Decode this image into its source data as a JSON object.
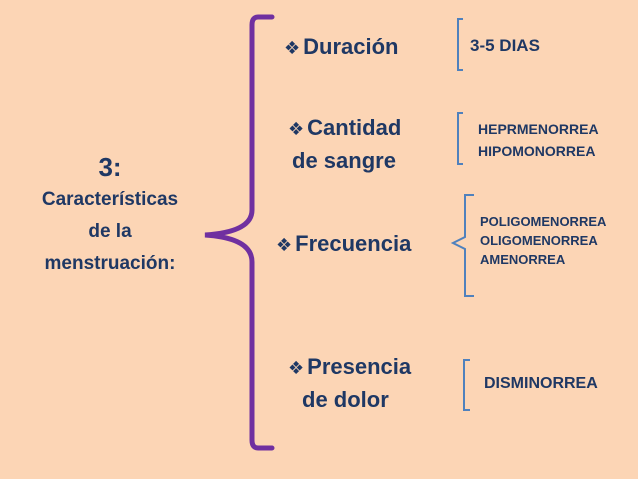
{
  "title": {
    "number": "3:",
    "text_lines": [
      "Características",
      "de la",
      "menstruación:"
    ]
  },
  "categories": [
    {
      "lines": [
        "Duración"
      ],
      "values": [
        "3-5 DIAS"
      ]
    },
    {
      "lines": [
        "Cantidad",
        "de sangre"
      ],
      "values": [
        "HEPRMENORREA",
        "HIPOMONORREA"
      ]
    },
    {
      "lines": [
        "Frecuencia"
      ],
      "values": [
        "POLIGOMENORREA",
        "OLIGOMENORREA",
        "AMENORREA"
      ]
    },
    {
      "lines": [
        "Presencia",
        "de dolor"
      ],
      "values": [
        "DISMINORREA"
      ]
    }
  ],
  "colors": {
    "background": "#fcd5b5",
    "main_bracket": "#7030a0",
    "small_brackets": "#4f81bd",
    "text": "#1f3864"
  }
}
